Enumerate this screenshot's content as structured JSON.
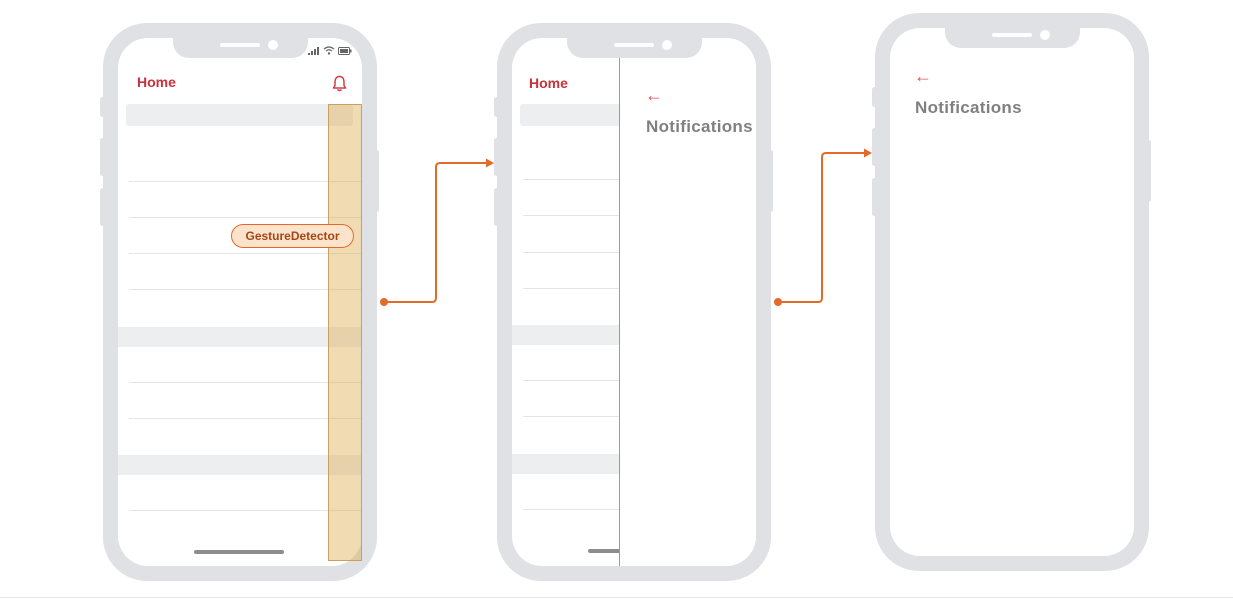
{
  "screen1": {
    "title": "Home",
    "gesture_label": "GestureDetector"
  },
  "screen2": {
    "title": "Home",
    "back_arrow": "←",
    "notifications_title": "Notifications"
  },
  "screen3": {
    "back_arrow": "←",
    "notifications_title": "Notifications"
  },
  "icons": {
    "bell": "bell-icon",
    "signal": "signal-icon",
    "wifi": "wifi-icon",
    "battery": "battery-icon",
    "back": "back-arrow-icon"
  },
  "colors": {
    "accent_red": "#c8323a",
    "arrow_orange": "#e36b2a",
    "overlay": "#ddaa4a",
    "frame": "#dfe1e4"
  }
}
